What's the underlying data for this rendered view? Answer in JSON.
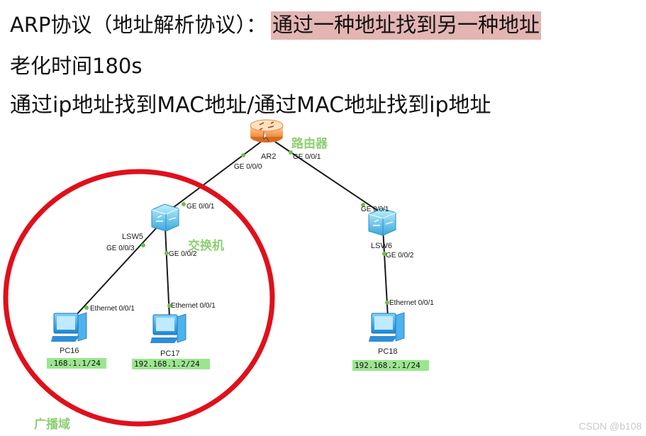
{
  "header": {
    "line1_prefix": "ARP协议（地址解析协议）：",
    "line1_highlight": "通过一种地址找到另一种地址",
    "line2": "老化时间180s",
    "line3": "通过ip地址找到MAC地址/通过MAC地址找到ip地址"
  },
  "diagram": {
    "router": {
      "name": "AR2",
      "annotation": "路由器"
    },
    "switch_annotation": "交换机",
    "broadcast_domain_label": "广播域",
    "switches": [
      {
        "name": "LSW5"
      },
      {
        "name": "LSW6"
      }
    ],
    "pcs": [
      {
        "name": "PC16",
        "ip": ".168.1.1/24"
      },
      {
        "name": "PC17",
        "ip": "192.168.1.2/24"
      },
      {
        "name": "PC18",
        "ip": "192.168.2.1/24"
      }
    ],
    "ports": {
      "ar2_left": "GE 0/0/0",
      "ar2_right": "GE 0/0/1",
      "lsw5_up": "GE 0/0/1",
      "lsw5_left": "GE 0/0/3",
      "lsw5_down": "GE 0/0/2",
      "lsw6_up": "GE 0/0/1",
      "lsw6_down": "GE 0/0/2",
      "pc16_eth": "Ethernet 0/0/1",
      "pc17_eth": "Ethernet 0/0/1",
      "pc18_eth": "Ethernet 0/0/1"
    },
    "colors": {
      "broadcast_circle": "#e0101b",
      "link": "#1a1a1a",
      "port_dot": "#6cc24a",
      "annotation_green": "#8dcf72",
      "ip_label_bg": "#9be58f",
      "highlight_bg": "#e3b5b3"
    }
  },
  "watermark": "CSDN @b108"
}
